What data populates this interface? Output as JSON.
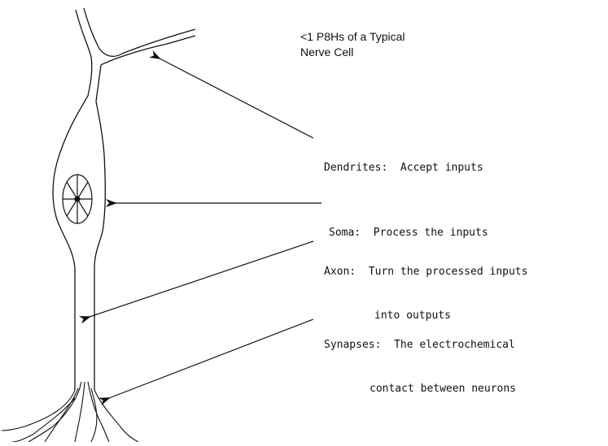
{
  "title": {
    "line1": "<1 P8Hs of a Typical",
    "line2": "Nerve Cell"
  },
  "labels": {
    "dendrites": "Dendrites:  Accept inputs",
    "soma": "Soma:  Process the inputs",
    "axon_line1": "Axon:  Turn the processed inputs",
    "axon_line2": "into outputs",
    "synapses_line1": "Synapses:  The electrochemical",
    "synapses_line2": "contact between neurons"
  },
  "colors": {
    "ink": "#111111",
    "background": "#ffffff"
  }
}
